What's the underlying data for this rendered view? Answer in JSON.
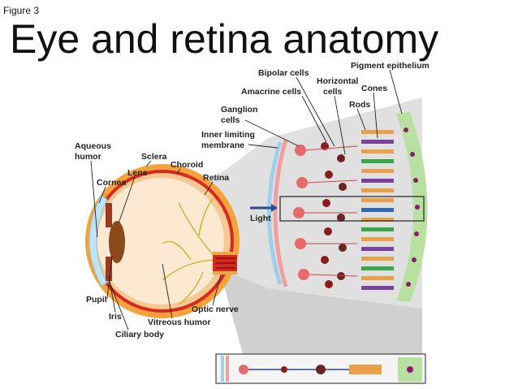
{
  "header": {
    "figure_label": "Figure 3",
    "title": "Eye and retina anatomy"
  },
  "labels": {
    "pigment_epithelium": "Pigment epithelium",
    "bipolar_cells": "Bipolar cells",
    "horizontal_cells": [
      "Horizontal",
      "cells"
    ],
    "cones": "Cones",
    "amacrine_cells": "Amacrine cells",
    "rods": "Rods",
    "ganglion_cells": [
      "Ganglion",
      "cells"
    ],
    "inner_limiting_membrane": [
      "Inner limiting",
      "membrane"
    ],
    "aqueous_humor": [
      "Aqueous",
      "humor"
    ],
    "sclera": "Sclera",
    "choroid": "Choroid",
    "lens": "Lens",
    "cornea": "Cornea",
    "retina": "Retina",
    "light": "Light",
    "pupil": "Pupil",
    "iris": "Iris",
    "optic_nerve": "Optic nerve",
    "vitreous_humor": "Vitreous humor",
    "ciliary_body": "Ciliary body"
  },
  "colors": {
    "sclera": "#f4a23c",
    "choroid": "#d62a1e",
    "vitreous": "#fde4c6",
    "cornea": "#bfe3f2",
    "lens": "#8a4a1c",
    "cone_purple": "#7b3fa0",
    "cone_green": "#3aa64a",
    "rod_orange": "#e8a04a",
    "retina_cell": "#e66a6a",
    "cell_nucleus": "#8a1c1c",
    "pigment": "#b8e0a0",
    "arrow": "#2d4a8a",
    "background_wedge": "#d9d9d9"
  }
}
